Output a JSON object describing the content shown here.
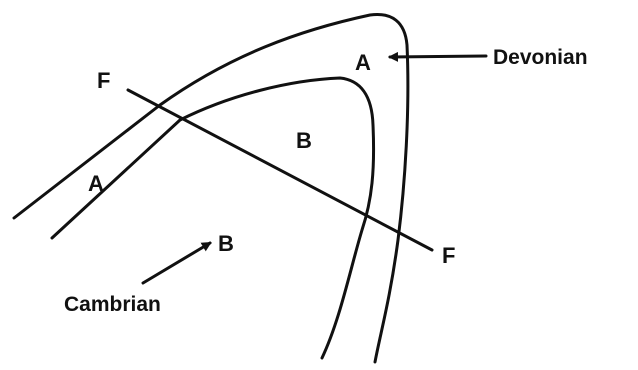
{
  "labels": {
    "fault_top": "F",
    "fault_bottom": "F",
    "bed_a_top": "A",
    "bed_a_left": "A",
    "bed_b_core": "B",
    "bed_b_lower": "B",
    "devonian": "Devonian",
    "cambrian": "Cambrian"
  },
  "colors": {
    "ink": "#111111",
    "background": "#ffffff"
  }
}
